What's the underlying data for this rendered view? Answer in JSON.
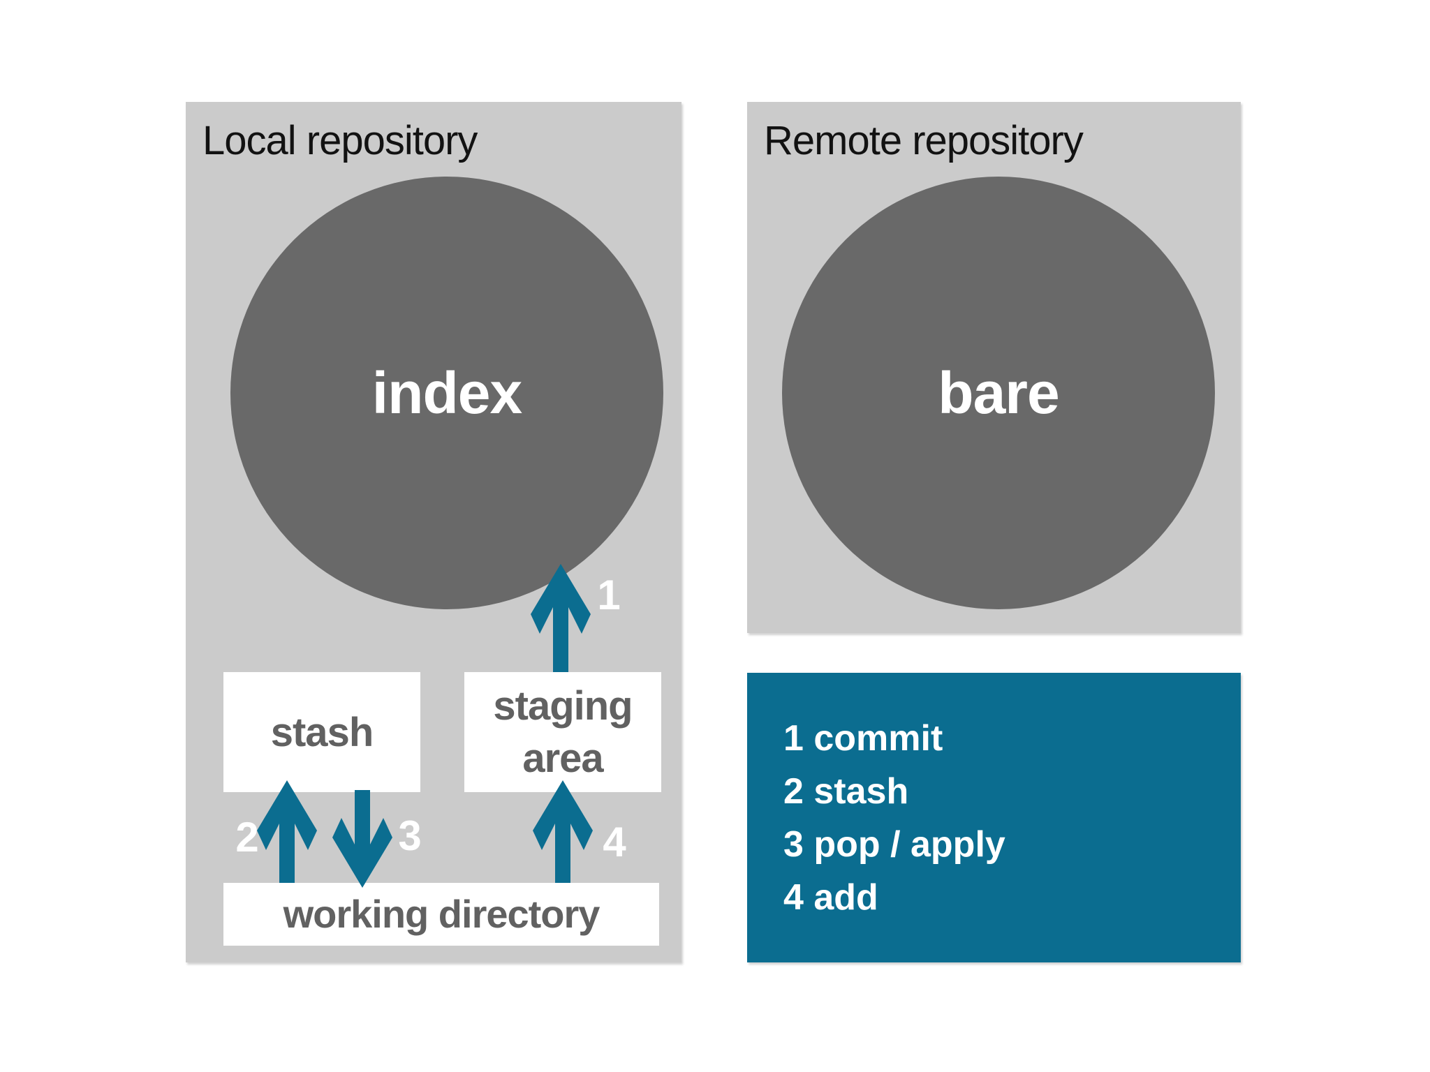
{
  "colors": {
    "page_bg": "#ffffff",
    "panel_bg": "#cbcbcb",
    "circle_fill": "#696969",
    "teal": "#0b6d90",
    "box_text": "#616161",
    "title_text": "#121212",
    "light_text": "#ffffff"
  },
  "local": {
    "title": "Local repository",
    "circle_label": "index",
    "stash_label": "stash",
    "staging_label": "staging area",
    "working_label": "working directory",
    "arrow_labels": {
      "commit": "1",
      "stash": "2",
      "pop_apply": "3",
      "add": "4"
    }
  },
  "remote": {
    "title": "Remote repository",
    "circle_label": "bare"
  },
  "legend": {
    "items": [
      "1 commit",
      "2 stash",
      "3 pop / apply",
      "4 add"
    ]
  }
}
